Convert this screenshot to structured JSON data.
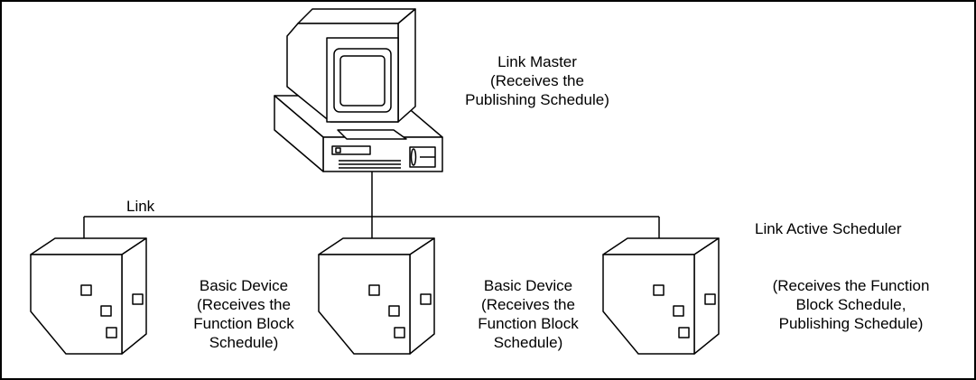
{
  "link_label": "Link",
  "link_master": {
    "lines": [
      "Link Master",
      "(Receives the",
      "Publishing Schedule)"
    ]
  },
  "link_active_scheduler": {
    "title": "Link Active Scheduler",
    "lines": [
      "(Receives the Function",
      "Block Schedule,",
      "Publishing Schedule)"
    ]
  },
  "basic_device_1": {
    "lines": [
      "Basic Device",
      "(Receives the",
      "Function Block",
      "Schedule)"
    ]
  },
  "basic_device_2": {
    "lines": [
      "Basic Device",
      "(Receives the",
      "Function Block",
      "Schedule)"
    ]
  }
}
